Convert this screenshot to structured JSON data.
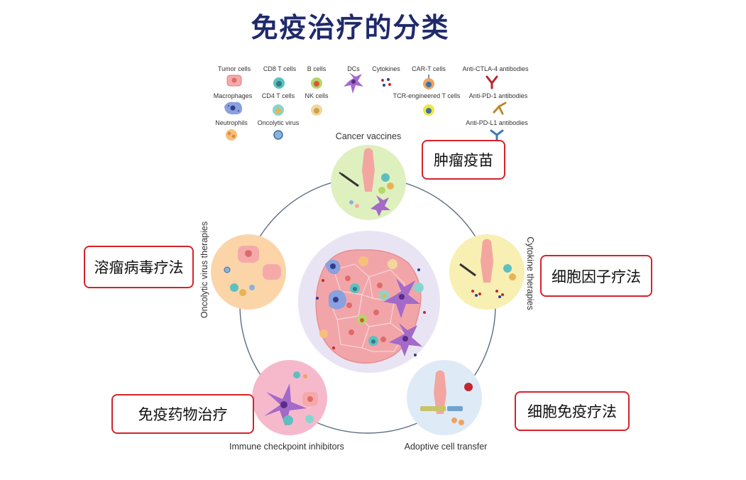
{
  "title": "免疫治疗的分类",
  "legend": {
    "tumor_cells": "Tumor cells",
    "cd8_t_cells": "CD8 T cells",
    "b_cells": "B cells",
    "dcs": "DCs",
    "cytokines": "Cytokines",
    "car_t_cells": "CAR-T cells",
    "anti_ctla4": "Anti-CTLA-4 antibodies",
    "macrophages": "Macrophages",
    "cd4_t_cells": "CD4 T cells",
    "nk_cells": "NK cells",
    "tcr_t_cells": "TCR-engineered T cells",
    "anti_pd1": "Anti-PD-1 antibodies",
    "neutrophils": "Neutrophils",
    "oncolytic_virus": "Oncolytic virus",
    "anti_pdl1": "Anti-PD-L1 antibodies"
  },
  "therapies": {
    "cancer_vaccines": "Cancer vaccines",
    "cytokine_therapies": "Cytokine therapies",
    "adoptive_cell_transfer": "Adoptive cell transfer",
    "immune_checkpoint_inhibitors": "Immune checkpoint inhibitors",
    "oncolytic_virus_therapies": "Oncolytic virus therapies"
  },
  "chinese_labels": {
    "tumor_vaccine": "肿瘤疫苗",
    "oncolytic_virus_therapy": "溶瘤病毒疗法",
    "cytokine_therapy": "细胞因子疗法",
    "immune_drug_therapy": "免疫药物治疗",
    "cell_immunotherapy": "细胞免疫疗法"
  },
  "colors": {
    "title": "#1f2a6b",
    "box_border": "#d4232b",
    "vaccine_bg": "#dff0bf",
    "cytokine_bg": "#f8efb2",
    "adoptive_bg": "#dfeaf7",
    "checkpoint_bg": "#f6b9cc",
    "oncolytic_bg": "#fbd5a8",
    "tumor_bg": "#e9e4f3"
  }
}
